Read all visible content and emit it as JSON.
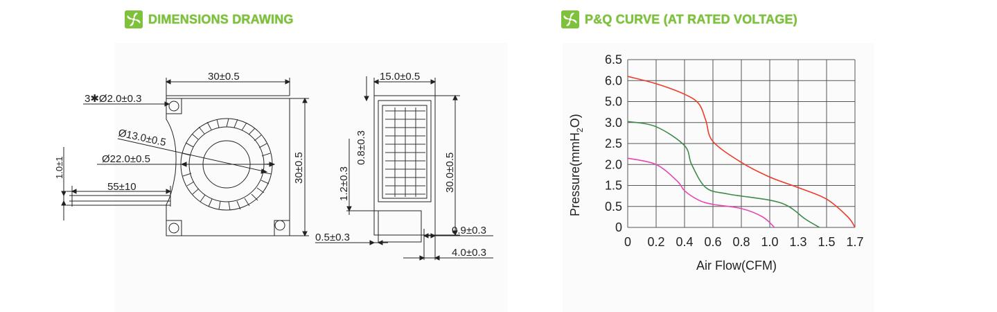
{
  "left": {
    "heading": "DIMENSIONS DRAWING",
    "icon": "fan-logo-icon",
    "front_view": {
      "width_label": "30±0.5",
      "height_label": "30±0.5",
      "holes_label": "3✱Ø2.0±0.3",
      "inner_dia_label": "Ø13.0±0.5",
      "outer_dia_label": "Ø22.0±0.5",
      "lead_label": "55±10",
      "lead_width_label": "1.0±1"
    },
    "side_view": {
      "width_label": "15.0±0.5",
      "height_label": "30.0±0.5",
      "rib_label": "0.8±0.3",
      "offset_label": "1.2±0.3",
      "outlet_left_label": "0.5±0.3",
      "outlet_right_label": "0.9±0.3",
      "outlet_depth_label": "4.0±0.3"
    }
  },
  "right": {
    "heading": "P&Q CURVE (AT RATED VOLTAGE)",
    "icon": "fan-logo-icon"
  },
  "chart_data": {
    "type": "line",
    "title": "",
    "xlabel": "Air Flow(CFM)",
    "ylabel": "Pressure(mmH2O)",
    "ylabel_main": "Pressure(mmH",
    "ylabel_sub": "2",
    "ylabel_end": "O)",
    "x_ticks": [
      "0",
      "0.2",
      "0.4",
      "0.6",
      "0.8",
      "1.0",
      "1.3",
      "1.5",
      "1.7"
    ],
    "y_ticks": [
      "0",
      "0.5",
      "1.5",
      "2.0",
      "2.5",
      "3.0",
      "5.0",
      "6.0",
      "6.5"
    ],
    "grid": true,
    "series": [
      {
        "color": "#ee3a2a",
        "points": [
          [
            0,
            6.1
          ],
          [
            0.2,
            5.85
          ],
          [
            0.4,
            5.35
          ],
          [
            0.5,
            4.8
          ],
          [
            0.55,
            3.2
          ],
          [
            0.6,
            2.55
          ],
          [
            0.8,
            2.05
          ],
          [
            1.0,
            1.7
          ],
          [
            1.3,
            1.4
          ],
          [
            1.5,
            0.85
          ],
          [
            1.65,
            0.25
          ],
          [
            1.7,
            0.0
          ]
        ]
      },
      {
        "color": "#3e8a4a",
        "points": [
          [
            0,
            3.1
          ],
          [
            0.2,
            2.9
          ],
          [
            0.4,
            2.45
          ],
          [
            0.45,
            2.0
          ],
          [
            0.55,
            1.4
          ],
          [
            0.7,
            1.1
          ],
          [
            1.0,
            0.8
          ],
          [
            1.2,
            0.5
          ],
          [
            1.35,
            0.2
          ],
          [
            1.45,
            0.0
          ]
        ]
      },
      {
        "color": "#e646b4",
        "points": [
          [
            0,
            2.15
          ],
          [
            0.2,
            2.0
          ],
          [
            0.35,
            1.6
          ],
          [
            0.4,
            1.25
          ],
          [
            0.5,
            0.8
          ],
          [
            0.6,
            0.6
          ],
          [
            0.8,
            0.45
          ],
          [
            0.95,
            0.25
          ],
          [
            1.05,
            0.0
          ]
        ]
      }
    ]
  }
}
